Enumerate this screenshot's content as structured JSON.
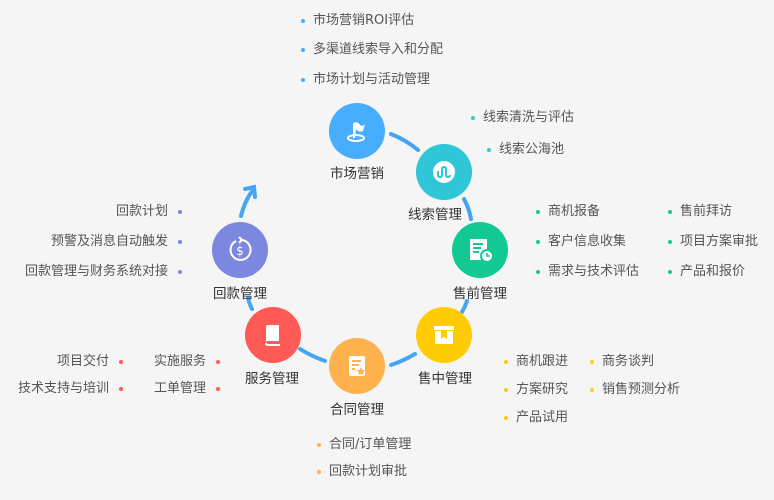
{
  "colors": {
    "arc": "#42a5f5",
    "marketing": "#47adff",
    "leads": "#2fc6d8",
    "presale": "#12c994",
    "midsale": "#ffcb05",
    "contract": "#ffb24e",
    "service": "#ff5a55",
    "payment": "#7c87df"
  },
  "modules": {
    "marketing": {
      "label": "市场营销",
      "icon": "flag-icon",
      "items": [
        "市场营销ROI评估",
        "多渠道线索导入和分配",
        "市场计划与活动管理"
      ]
    },
    "leads": {
      "label": "线索管理",
      "icon": "route-icon",
      "items": [
        "线索清洗与评估",
        "线索公海池"
      ]
    },
    "presale": {
      "label": "售前管理",
      "icon": "document-clock-icon",
      "items": [
        "商机报备",
        "客户信息收集",
        "需求与技术评估",
        "售前拜访",
        "项目方案审批",
        "产品和报价"
      ]
    },
    "midsale": {
      "label": "售中管理",
      "icon": "box-icon",
      "items": [
        "商机跟进",
        "方案研究",
        "产品试用",
        "商务谈判",
        "销售预测分析"
      ]
    },
    "contract": {
      "label": "合同管理",
      "icon": "contract-star-icon",
      "items": [
        "合同/订单管理",
        "回款计划审批"
      ]
    },
    "service": {
      "label": "服务管理",
      "icon": "book-icon",
      "items": [
        "项目交付",
        "技术支持与培训",
        "实施服务",
        "工单管理"
      ]
    },
    "payment": {
      "label": "回款管理",
      "icon": "dollar-refresh-icon",
      "items": [
        "回款计划",
        "预警及消息自动触发",
        "回款管理与财务系统对接"
      ]
    }
  }
}
